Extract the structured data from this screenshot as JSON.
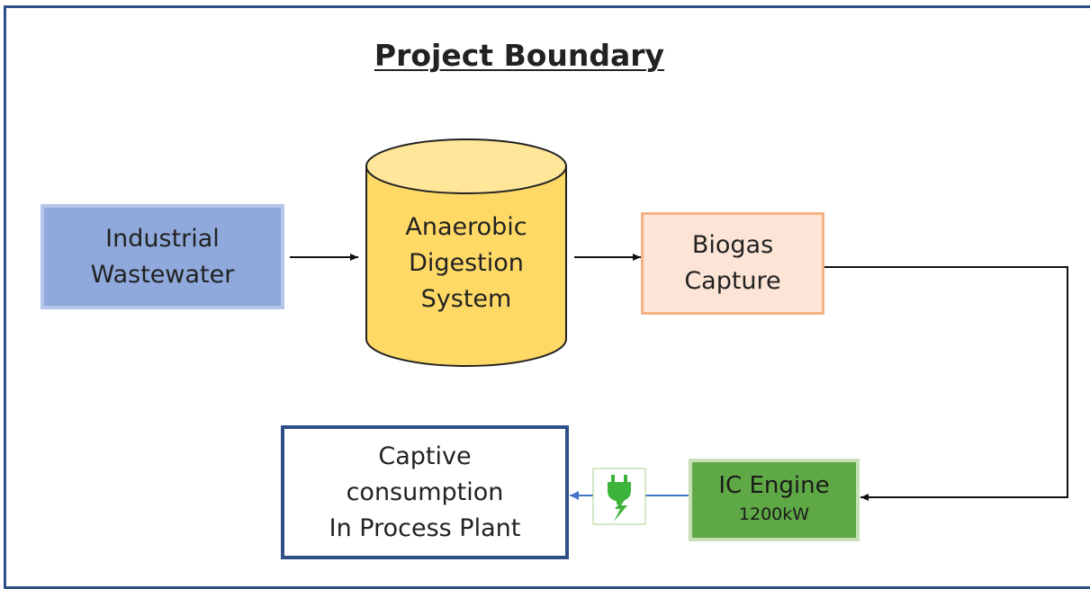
{
  "title": "Project Boundary",
  "nodes": {
    "wastewater": {
      "lines": [
        "Industrial",
        "Wastewater"
      ]
    },
    "digester": {
      "lines": [
        "Anaerobic",
        "Digestion",
        "System"
      ]
    },
    "biogas": {
      "lines": [
        "Biogas",
        "Capture"
      ]
    },
    "engine": {
      "name": "IC Engine",
      "rating": "1200kW"
    },
    "captive": {
      "lines": [
        "Captive",
        "consumption",
        "In Process Plant"
      ]
    }
  },
  "colors": {
    "boundary": "#2e4f86",
    "wastewater_fill": "#8fa9dc",
    "digester_fill": "#ffd966",
    "biogas_fill": "#fce4d6",
    "engine_fill": "#5fa846",
    "electric_arrow": "#4472c4",
    "plug_icon": "#3cb43c"
  },
  "icons": {
    "power": "power-plug-icon"
  }
}
